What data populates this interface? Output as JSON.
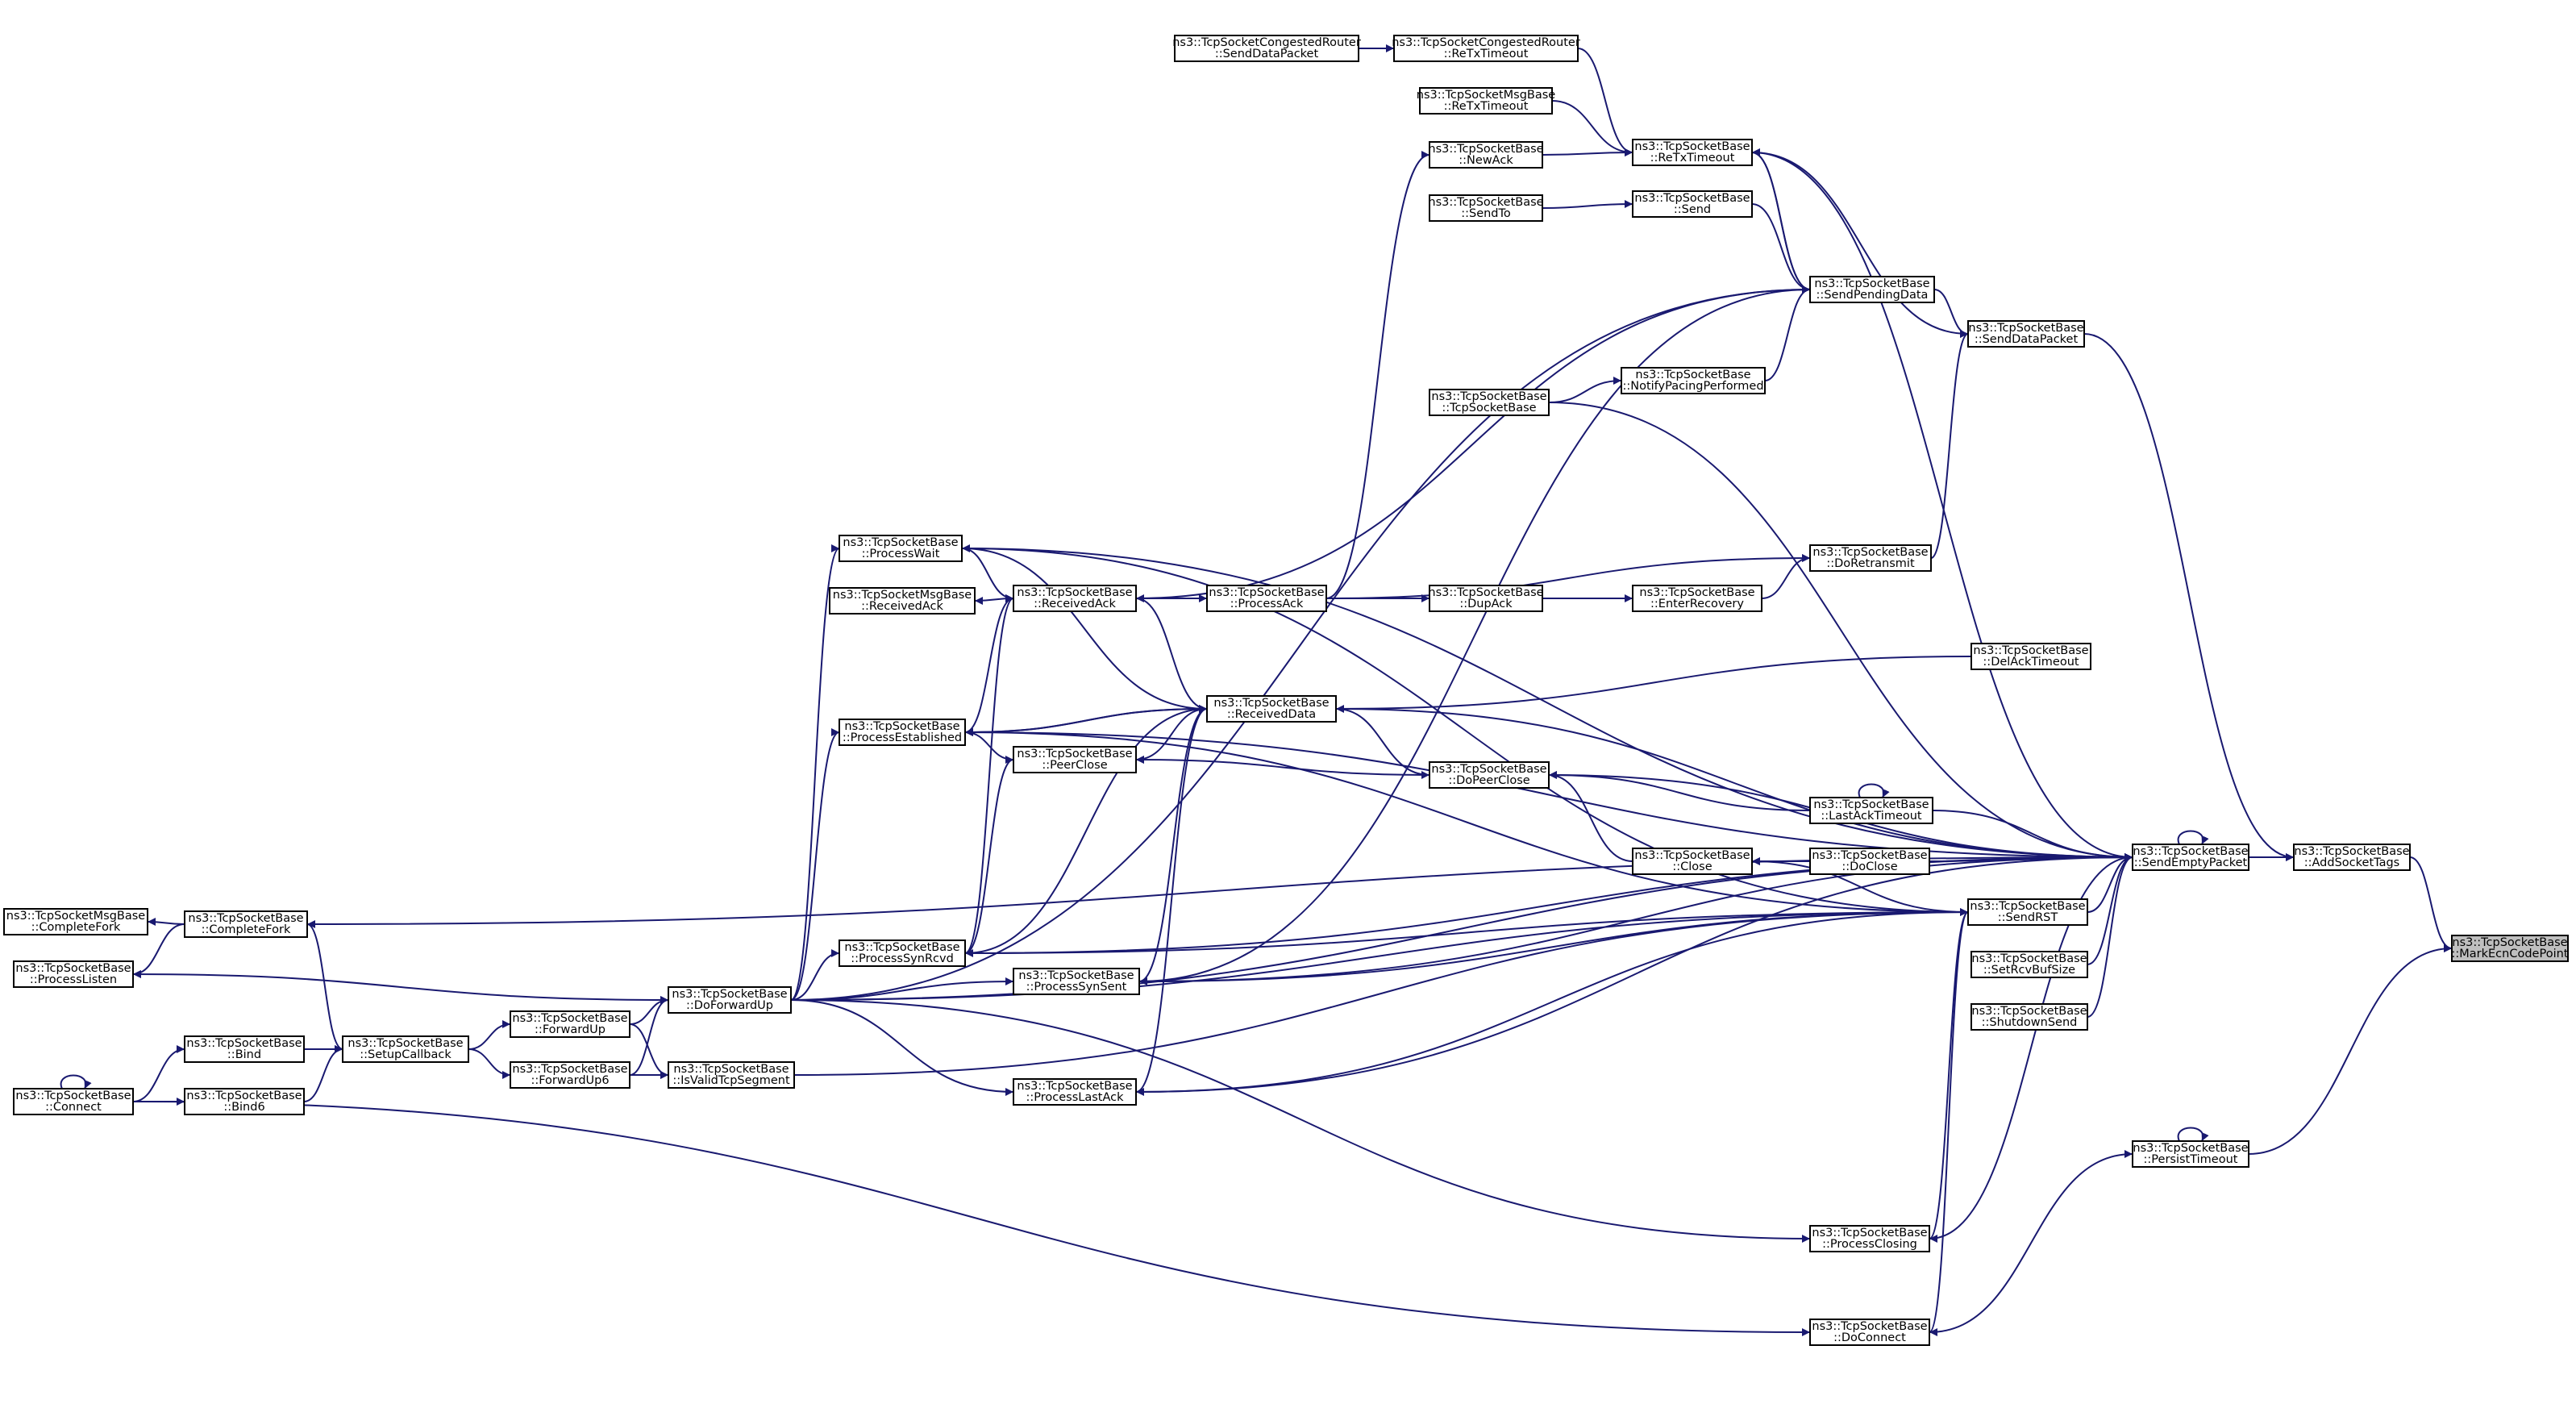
{
  "diagram": {
    "type": "doxygen-caller-graph",
    "edge_color": "#191970",
    "focus_fill": "#bfbfbf",
    "focus_node": "MarkEcnCodePoint",
    "nodes": [
      {
        "id": "MarkEcnCodePoint",
        "line1": "ns3::TcpSocketBase",
        "line2": "::MarkEcnCodePoint"
      },
      {
        "id": "AddSocketTags",
        "line1": "ns3::TcpSocketBase",
        "line2": "::AddSocketTags"
      },
      {
        "id": "PersistTimeout",
        "line1": "ns3::TcpSocketBase",
        "line2": "::PersistTimeout"
      },
      {
        "id": "SendEmptyPacket",
        "line1": "ns3::TcpSocketBase",
        "line2": "::SendEmptyPacket"
      },
      {
        "id": "SendDataPacket",
        "line1": "ns3::TcpSocketBase",
        "line2": "::SendDataPacket"
      },
      {
        "id": "RouterSendDataPacket",
        "line1": "ns3::TcpSocketCongestedRouter",
        "line2": "::SendDataPacket"
      },
      {
        "id": "RouterReTxTimeout",
        "line1": "ns3::TcpSocketCongestedRouter",
        "line2": "::ReTxTimeout"
      },
      {
        "id": "MsgReTxTimeout",
        "line1": "ns3::TcpSocketMsgBase",
        "line2": "::ReTxTimeout"
      },
      {
        "id": "ReTxTimeout",
        "line1": "ns3::TcpSocketBase",
        "line2": "::ReTxTimeout"
      },
      {
        "id": "NewAck",
        "line1": "ns3::TcpSocketBase",
        "line2": "::NewAck"
      },
      {
        "id": "SendTo",
        "line1": "ns3::TcpSocketBase",
        "line2": "::SendTo"
      },
      {
        "id": "Send",
        "line1": "ns3::TcpSocketBase",
        "line2": "::Send"
      },
      {
        "id": "SendPendingData",
        "line1": "ns3::TcpSocketBase",
        "line2": "::SendPendingData"
      },
      {
        "id": "TcpSocketBaseCtor",
        "line1": "ns3::TcpSocketBase",
        "line2": "::TcpSocketBase"
      },
      {
        "id": "NotifyPacingPerformed",
        "line1": "ns3::TcpSocketBase",
        "line2": "::NotifyPacingPerformed"
      },
      {
        "id": "DoRetransmit",
        "line1": "ns3::TcpSocketBase",
        "line2": "::DoRetransmit"
      },
      {
        "id": "ProcessWait",
        "line1": "ns3::TcpSocketBase",
        "line2": "::ProcessWait"
      },
      {
        "id": "MsgReceivedAck",
        "line1": "ns3::TcpSocketMsgBase",
        "line2": "::ReceivedAck"
      },
      {
        "id": "ReceivedAck",
        "line1": "ns3::TcpSocketBase",
        "line2": "::ReceivedAck"
      },
      {
        "id": "ProcessAck",
        "line1": "ns3::TcpSocketBase",
        "line2": "::ProcessAck"
      },
      {
        "id": "DupAck",
        "line1": "ns3::TcpSocketBase",
        "line2": "::DupAck"
      },
      {
        "id": "EnterRecovery",
        "line1": "ns3::TcpSocketBase",
        "line2": "::EnterRecovery"
      },
      {
        "id": "DelAckTimeout",
        "line1": "ns3::TcpSocketBase",
        "line2": "::DelAckTimeout"
      },
      {
        "id": "ReceivedData",
        "line1": "ns3::TcpSocketBase",
        "line2": "::ReceivedData"
      },
      {
        "id": "ProcessEstablished",
        "line1": "ns3::TcpSocketBase",
        "line2": "::ProcessEstablished"
      },
      {
        "id": "PeerClose",
        "line1": "ns3::TcpSocketBase",
        "line2": "::PeerClose"
      },
      {
        "id": "DoPeerClose",
        "line1": "ns3::TcpSocketBase",
        "line2": "::DoPeerClose"
      },
      {
        "id": "LastAckTimeout",
        "line1": "ns3::TcpSocketBase",
        "line2": "::LastAckTimeout"
      },
      {
        "id": "Close",
        "line1": "ns3::TcpSocketBase",
        "line2": "::Close"
      },
      {
        "id": "DoClose",
        "line1": "ns3::TcpSocketBase",
        "line2": "::DoClose"
      },
      {
        "id": "SendRST",
        "line1": "ns3::TcpSocketBase",
        "line2": "::SendRST"
      },
      {
        "id": "SetRcvBufSize",
        "line1": "ns3::TcpSocketBase",
        "line2": "::SetRcvBufSize"
      },
      {
        "id": "ShutdownSend",
        "line1": "ns3::TcpSocketBase",
        "line2": "::ShutdownSend"
      },
      {
        "id": "MsgCompleteFork",
        "line1": "ns3::TcpSocketMsgBase",
        "line2": "::CompleteFork"
      },
      {
        "id": "CompleteFork",
        "line1": "ns3::TcpSocketBase",
        "line2": "::CompleteFork"
      },
      {
        "id": "ProcessListen",
        "line1": "ns3::TcpSocketBase",
        "line2": "::ProcessListen"
      },
      {
        "id": "ProcessSynRcvd",
        "line1": "ns3::TcpSocketBase",
        "line2": "::ProcessSynRcvd"
      },
      {
        "id": "ProcessSynSent",
        "line1": "ns3::TcpSocketBase",
        "line2": "::ProcessSynSent"
      },
      {
        "id": "DoForwardUp",
        "line1": "ns3::TcpSocketBase",
        "line2": "::DoForwardUp"
      },
      {
        "id": "ForwardUp",
        "line1": "ns3::TcpSocketBase",
        "line2": "::ForwardUp"
      },
      {
        "id": "ForwardUp6",
        "line1": "ns3::TcpSocketBase",
        "line2": "::ForwardUp6"
      },
      {
        "id": "IsValidTcpSegment",
        "line1": "ns3::TcpSocketBase",
        "line2": "::IsValidTcpSegment"
      },
      {
        "id": "SetupCallback",
        "line1": "ns3::TcpSocketBase",
        "line2": "::SetupCallback"
      },
      {
        "id": "Bind",
        "line1": "ns3::TcpSocketBase",
        "line2": "::Bind"
      },
      {
        "id": "Bind6",
        "line1": "ns3::TcpSocketBase",
        "line2": "::Bind6"
      },
      {
        "id": "Connect",
        "line1": "ns3::TcpSocketBase",
        "line2": "::Connect"
      },
      {
        "id": "ProcessLastAck",
        "line1": "ns3::TcpSocketBase",
        "line2": "::ProcessLastAck"
      },
      {
        "id": "ProcessClosing",
        "line1": "ns3::TcpSocketBase",
        "line2": "::ProcessClosing"
      },
      {
        "id": "DoConnect",
        "line1": "ns3::TcpSocketBase",
        "line2": "::DoConnect"
      }
    ],
    "edges": [
      [
        "AddSocketTags",
        "MarkEcnCodePoint"
      ],
      [
        "PersistTimeout",
        "MarkEcnCodePoint"
      ],
      [
        "SendEmptyPacket",
        "AddSocketTags"
      ],
      [
        "SendDataPacket",
        "AddSocketTags"
      ],
      [
        "PersistTimeout",
        "PersistTimeout"
      ],
      [
        "DoConnect",
        "PersistTimeout"
      ],
      [
        "SendEmptyPacket",
        "SendEmptyPacket"
      ],
      [
        "RouterSendDataPacket",
        "RouterReTxTimeout"
      ],
      [
        "RouterReTxTimeout",
        "ReTxTimeout"
      ],
      [
        "MsgReTxTimeout",
        "ReTxTimeout"
      ],
      [
        "NewAck",
        "ReTxTimeout"
      ],
      [
        "SendDataPacket",
        "ReTxTimeout"
      ],
      [
        "SendPendingData",
        "ReTxTimeout"
      ],
      [
        "ReTxTimeout",
        "SendEmptyPacket"
      ],
      [
        "ReTxTimeout",
        "SendPendingData"
      ],
      [
        "SendTo",
        "Send"
      ],
      [
        "Send",
        "SendPendingData"
      ],
      [
        "SendPendingData",
        "SendDataPacket"
      ],
      [
        "NotifyPacingPerformed",
        "SendPendingData"
      ],
      [
        "TcpSocketBaseCtor",
        "NotifyPacingPerformed"
      ],
      [
        "TcpSocketBaseCtor",
        "SendEmptyPacket"
      ],
      [
        "DoRetransmit",
        "SendDataPacket"
      ],
      [
        "ProcessAck",
        "NewAck"
      ],
      [
        "ProcessAck",
        "DoRetransmit"
      ],
      [
        "DupAck",
        "EnterRecovery"
      ],
      [
        "EnterRecovery",
        "DoRetransmit"
      ],
      [
        "ProcessAck",
        "DupAck"
      ],
      [
        "ReceivedAck",
        "ProcessAck"
      ],
      [
        "ReceivedAck",
        "MsgReceivedAck"
      ],
      [
        "ReceivedAck",
        "SendPendingData"
      ],
      [
        "ProcessWait",
        "ReceivedAck"
      ],
      [
        "ProcessWait",
        "ReceivedData"
      ],
      [
        "ProcessEstablished",
        "ReceivedAck"
      ],
      [
        "ProcessEstablished",
        "ReceivedData"
      ],
      [
        "ReceivedData",
        "ReceivedAck"
      ],
      [
        "ReceivedData",
        "PeerClose"
      ],
      [
        "ReceivedData",
        "ProcessEstablished"
      ],
      [
        "PeerClose",
        "ProcessEstablished"
      ],
      [
        "DelAckTimeout",
        "ReceivedData"
      ],
      [
        "ReceivedData",
        "SendEmptyPacket"
      ],
      [
        "ReceivedData",
        "DoPeerClose"
      ],
      [
        "DoPeerClose",
        "PeerClose"
      ],
      [
        "DoPeerClose",
        "SendEmptyPacket"
      ],
      [
        "LastAckTimeout",
        "DoPeerClose"
      ],
      [
        "Close",
        "DoPeerClose"
      ],
      [
        "LastAckTimeout",
        "LastAckTimeout"
      ],
      [
        "LastAckTimeout",
        "SendEmptyPacket"
      ],
      [
        "DoClose",
        "Close"
      ],
      [
        "DoClose",
        "SendEmptyPacket"
      ],
      [
        "SendRST",
        "Close"
      ],
      [
        "SendRST",
        "SendEmptyPacket"
      ],
      [
        "SendRST",
        "ProcessEstablished"
      ],
      [
        "SendRST",
        "ProcessWait"
      ],
      [
        "SendRST",
        "ProcessSynRcvd"
      ],
      [
        "SendRST",
        "ProcessSynSent"
      ],
      [
        "SendRST",
        "ProcessLastAck"
      ],
      [
        "SendRST",
        "ProcessClosing"
      ],
      [
        "SendRST",
        "DoConnect"
      ],
      [
        "SetRcvBufSize",
        "SendEmptyPacket"
      ],
      [
        "ShutdownSend",
        "SendEmptyPacket"
      ],
      [
        "ProcessWait",
        "SendEmptyPacket"
      ],
      [
        "ProcessEstablished",
        "SendEmptyPacket"
      ],
      [
        "ProcessSynRcvd",
        "ReceivedAck"
      ],
      [
        "ProcessSynRcvd",
        "PeerClose"
      ],
      [
        "ProcessSynRcvd",
        "ReceivedData"
      ],
      [
        "ProcessSynRcvd",
        "SendEmptyPacket"
      ],
      [
        "ProcessSynSent",
        "ReceivedData"
      ],
      [
        "ProcessSynSent",
        "SendPendingData"
      ],
      [
        "ProcessSynSent",
        "SendEmptyPacket"
      ],
      [
        "ProcessLastAck",
        "ReceivedData"
      ],
      [
        "ProcessLastAck",
        "SendEmptyPacket"
      ],
      [
        "ProcessClosing",
        "SendEmptyPacket"
      ],
      [
        "DoForwardUp",
        "ProcessWait"
      ],
      [
        "DoForwardUp",
        "ProcessEstablished"
      ],
      [
        "DoForwardUp",
        "ProcessSynRcvd"
      ],
      [
        "DoForwardUp",
        "ProcessSynSent"
      ],
      [
        "DoForwardUp",
        "ProcessLastAck"
      ],
      [
        "DoForwardUp",
        "ProcessClosing"
      ],
      [
        "DoForwardUp",
        "ProcessListen"
      ],
      [
        "DoForwardUp",
        "SendPendingData"
      ],
      [
        "DoForwardUp",
        "SendEmptyPacket"
      ],
      [
        "DoForwardUp",
        "SendRST"
      ],
      [
        "ForwardUp",
        "DoForwardUp"
      ],
      [
        "ForwardUp6",
        "DoForwardUp"
      ],
      [
        "IsValidTcpSegment",
        "SendRST"
      ],
      [
        "ForwardUp",
        "IsValidTcpSegment"
      ],
      [
        "ForwardUp6",
        "IsValidTcpSegment"
      ],
      [
        "SetupCallback",
        "ForwardUp"
      ],
      [
        "SetupCallback",
        "ForwardUp6"
      ],
      [
        "SetupCallback",
        "CompleteFork"
      ],
      [
        "Bind",
        "SetupCallback"
      ],
      [
        "Bind6",
        "SetupCallback"
      ],
      [
        "Connect",
        "Bind"
      ],
      [
        "Connect",
        "Bind6"
      ],
      [
        "Connect",
        "Connect"
      ],
      [
        "Connect",
        "DoConnect"
      ],
      [
        "CompleteFork",
        "MsgCompleteFork"
      ],
      [
        "CompleteFork",
        "ProcessListen"
      ],
      [
        "CompleteFork",
        "SendEmptyPacket"
      ]
    ]
  }
}
